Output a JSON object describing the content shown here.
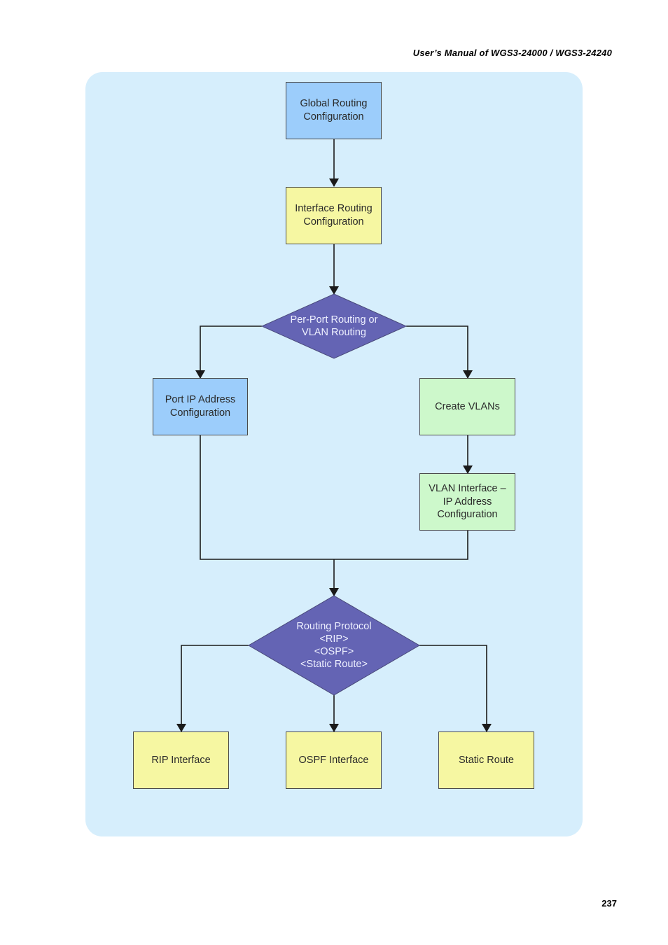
{
  "page": {
    "header": "User’s Manual of WGS3-24000 / WGS3-24240",
    "page_number": "237"
  },
  "colors": {
    "panel": "#d6eefc",
    "blue_box": "#9ccdfb",
    "yellow_box": "#f6f7a2",
    "green_box": "#cdf8cb",
    "decision": "#6464b4",
    "line": "#1a1a1a"
  },
  "flowchart": {
    "global_routing": "Global Routing\nConfiguration",
    "interface_routing": "Interface Routing\nConfiguration",
    "routing_choice": "Per-Port Routing or\nVLAN Routing",
    "port_ip": "Port IP Address\nConfiguration",
    "create_vlans": "Create VLANs",
    "vlan_interface": "VLAN Interface –\nIP Address\nConfiguration",
    "routing_protocol": "Routing Protocol\n<RIP>\n<OSPF>\n<Static Route>",
    "rip_interface": "RIP Interface",
    "ospf_interface": "OSPF Interface",
    "static_route": "Static Route"
  }
}
